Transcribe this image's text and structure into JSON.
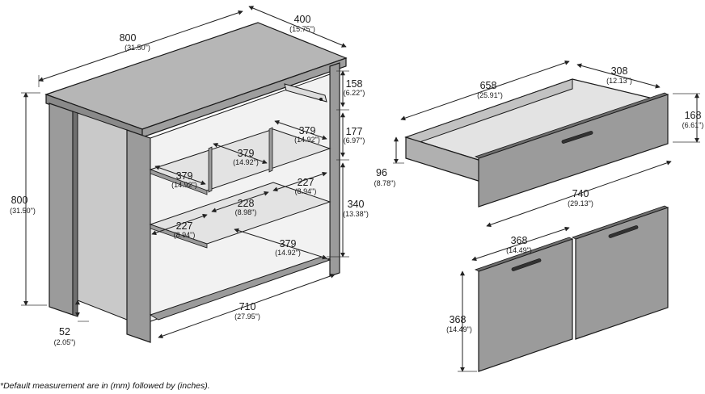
{
  "footnote": "*Default measurement are in (mm) followed by (inches).",
  "colors": {
    "wood": "#9b9b9b",
    "wood_dark": "#6f6f6f",
    "top_face": "#b6b6b6",
    "inner": "#e3e3e3",
    "line": "#1a1a1a"
  },
  "cabinet": {
    "width": {
      "mm": "800",
      "in": "(31.50\")"
    },
    "depth": {
      "mm": "400",
      "in": "(15.75\")"
    },
    "height": {
      "mm": "800",
      "in": "(31.50\")"
    },
    "top_gap": {
      "mm": "158",
      "in": "(6.22\")"
    },
    "upper_gap": {
      "mm": "177",
      "in": "(6.97\")"
    },
    "lower_gap": {
      "mm": "340",
      "in": "(13.38\")"
    },
    "cubby_back_right": {
      "mm": "379",
      "in": "(14.92\")"
    },
    "cubby_back_mid": {
      "mm": "379",
      "in": "(14.92\")"
    },
    "cubby_front_left": {
      "mm": "379",
      "in": "(14.92\")"
    },
    "shelf_right": {
      "mm": "227",
      "in": "(8.94\")"
    },
    "shelf_mid": {
      "mm": "228",
      "in": "(8.98\")"
    },
    "shelf_left": {
      "mm": "227",
      "in": "(8.94\")"
    },
    "lower_depth": {
      "mm": "379",
      "in": "(14.92\")"
    },
    "inner_width": {
      "mm": "710",
      "in": "(27.95\")"
    },
    "toe_kick": {
      "mm": "52",
      "in": "(2.05\")"
    }
  },
  "drawer": {
    "length": {
      "mm": "658",
      "in": "(25.91\")"
    },
    "depth": {
      "mm": "308",
      "in": "(12.13\")"
    },
    "height": {
      "mm": "168",
      "in": "(6.61\")"
    },
    "inner_height": {
      "mm": "96",
      "in": "(8.78\")"
    },
    "front_width": {
      "mm": "740",
      "in": "(29.13\")"
    }
  },
  "doors": {
    "width": {
      "mm": "368",
      "in": "(14.49\")"
    },
    "height": {
      "mm": "368",
      "in": "(14.49\")"
    }
  }
}
